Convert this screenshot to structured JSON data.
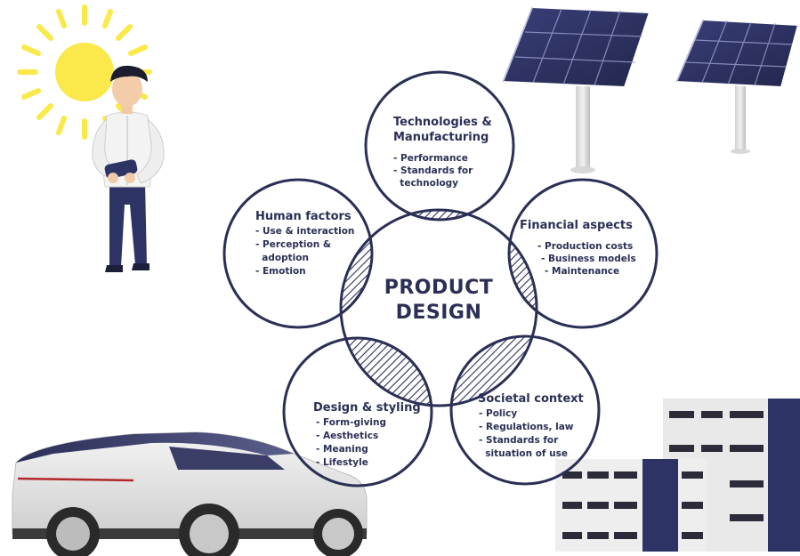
{
  "center": {
    "lines": [
      "PRODUCT",
      "DESIGN"
    ]
  },
  "circles": [
    {
      "id": "technologies",
      "title": [
        "Technologies &",
        "Manufacturing"
      ],
      "items": [
        "- Performance",
        "- Standards for",
        "  technology"
      ]
    },
    {
      "id": "financial",
      "title": [
        "Financial aspects"
      ],
      "items": [
        "- Production costs",
        "- Business models",
        "- Maintenance"
      ]
    },
    {
      "id": "societal",
      "title": [
        "Societal context"
      ],
      "items": [
        "- Policy",
        "- Regulations, law",
        "- Standards for",
        "  situation of use"
      ]
    },
    {
      "id": "design",
      "title": [
        "Design & styling"
      ],
      "items": [
        "- Form-giving",
        "- Aesthetics",
        "- Meaning",
        "- Lifestyle"
      ]
    },
    {
      "id": "human",
      "title": [
        "Human factors"
      ],
      "items": [
        "- Use & interaction",
        "- Perception &",
        "  adoption",
        "- Emotion"
      ]
    }
  ],
  "colors": {
    "navy": "#2b2f56",
    "sun": "#fbe84a",
    "panel": "#2e3366",
    "car_body": "#e6e6e6",
    "building": "#e8e8e8"
  },
  "icons": [
    "sun-icon",
    "person-illustration",
    "solar-panel-icon",
    "car-illustration",
    "building-illustration"
  ]
}
